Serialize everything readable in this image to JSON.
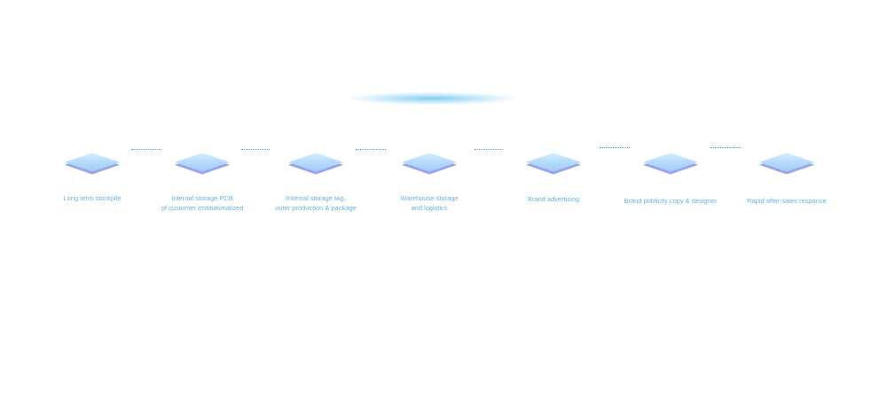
{
  "accent_color": "#63b3e0",
  "connector_color": "#3c95d6",
  "tile_color": "#b7dcfb",
  "steps": [
    {
      "label": "Long term stockpile"
    },
    {
      "label": "Internal storage PCB\nof customer institutionalized"
    },
    {
      "label": "Internal storage tag,\nouter production & package"
    },
    {
      "label": "Warehouse storage\nand logistics"
    },
    {
      "label": "Brand advertising"
    },
    {
      "label": "Brand publicity copy & designer"
    },
    {
      "label": "Rapid after-sales response"
    }
  ]
}
